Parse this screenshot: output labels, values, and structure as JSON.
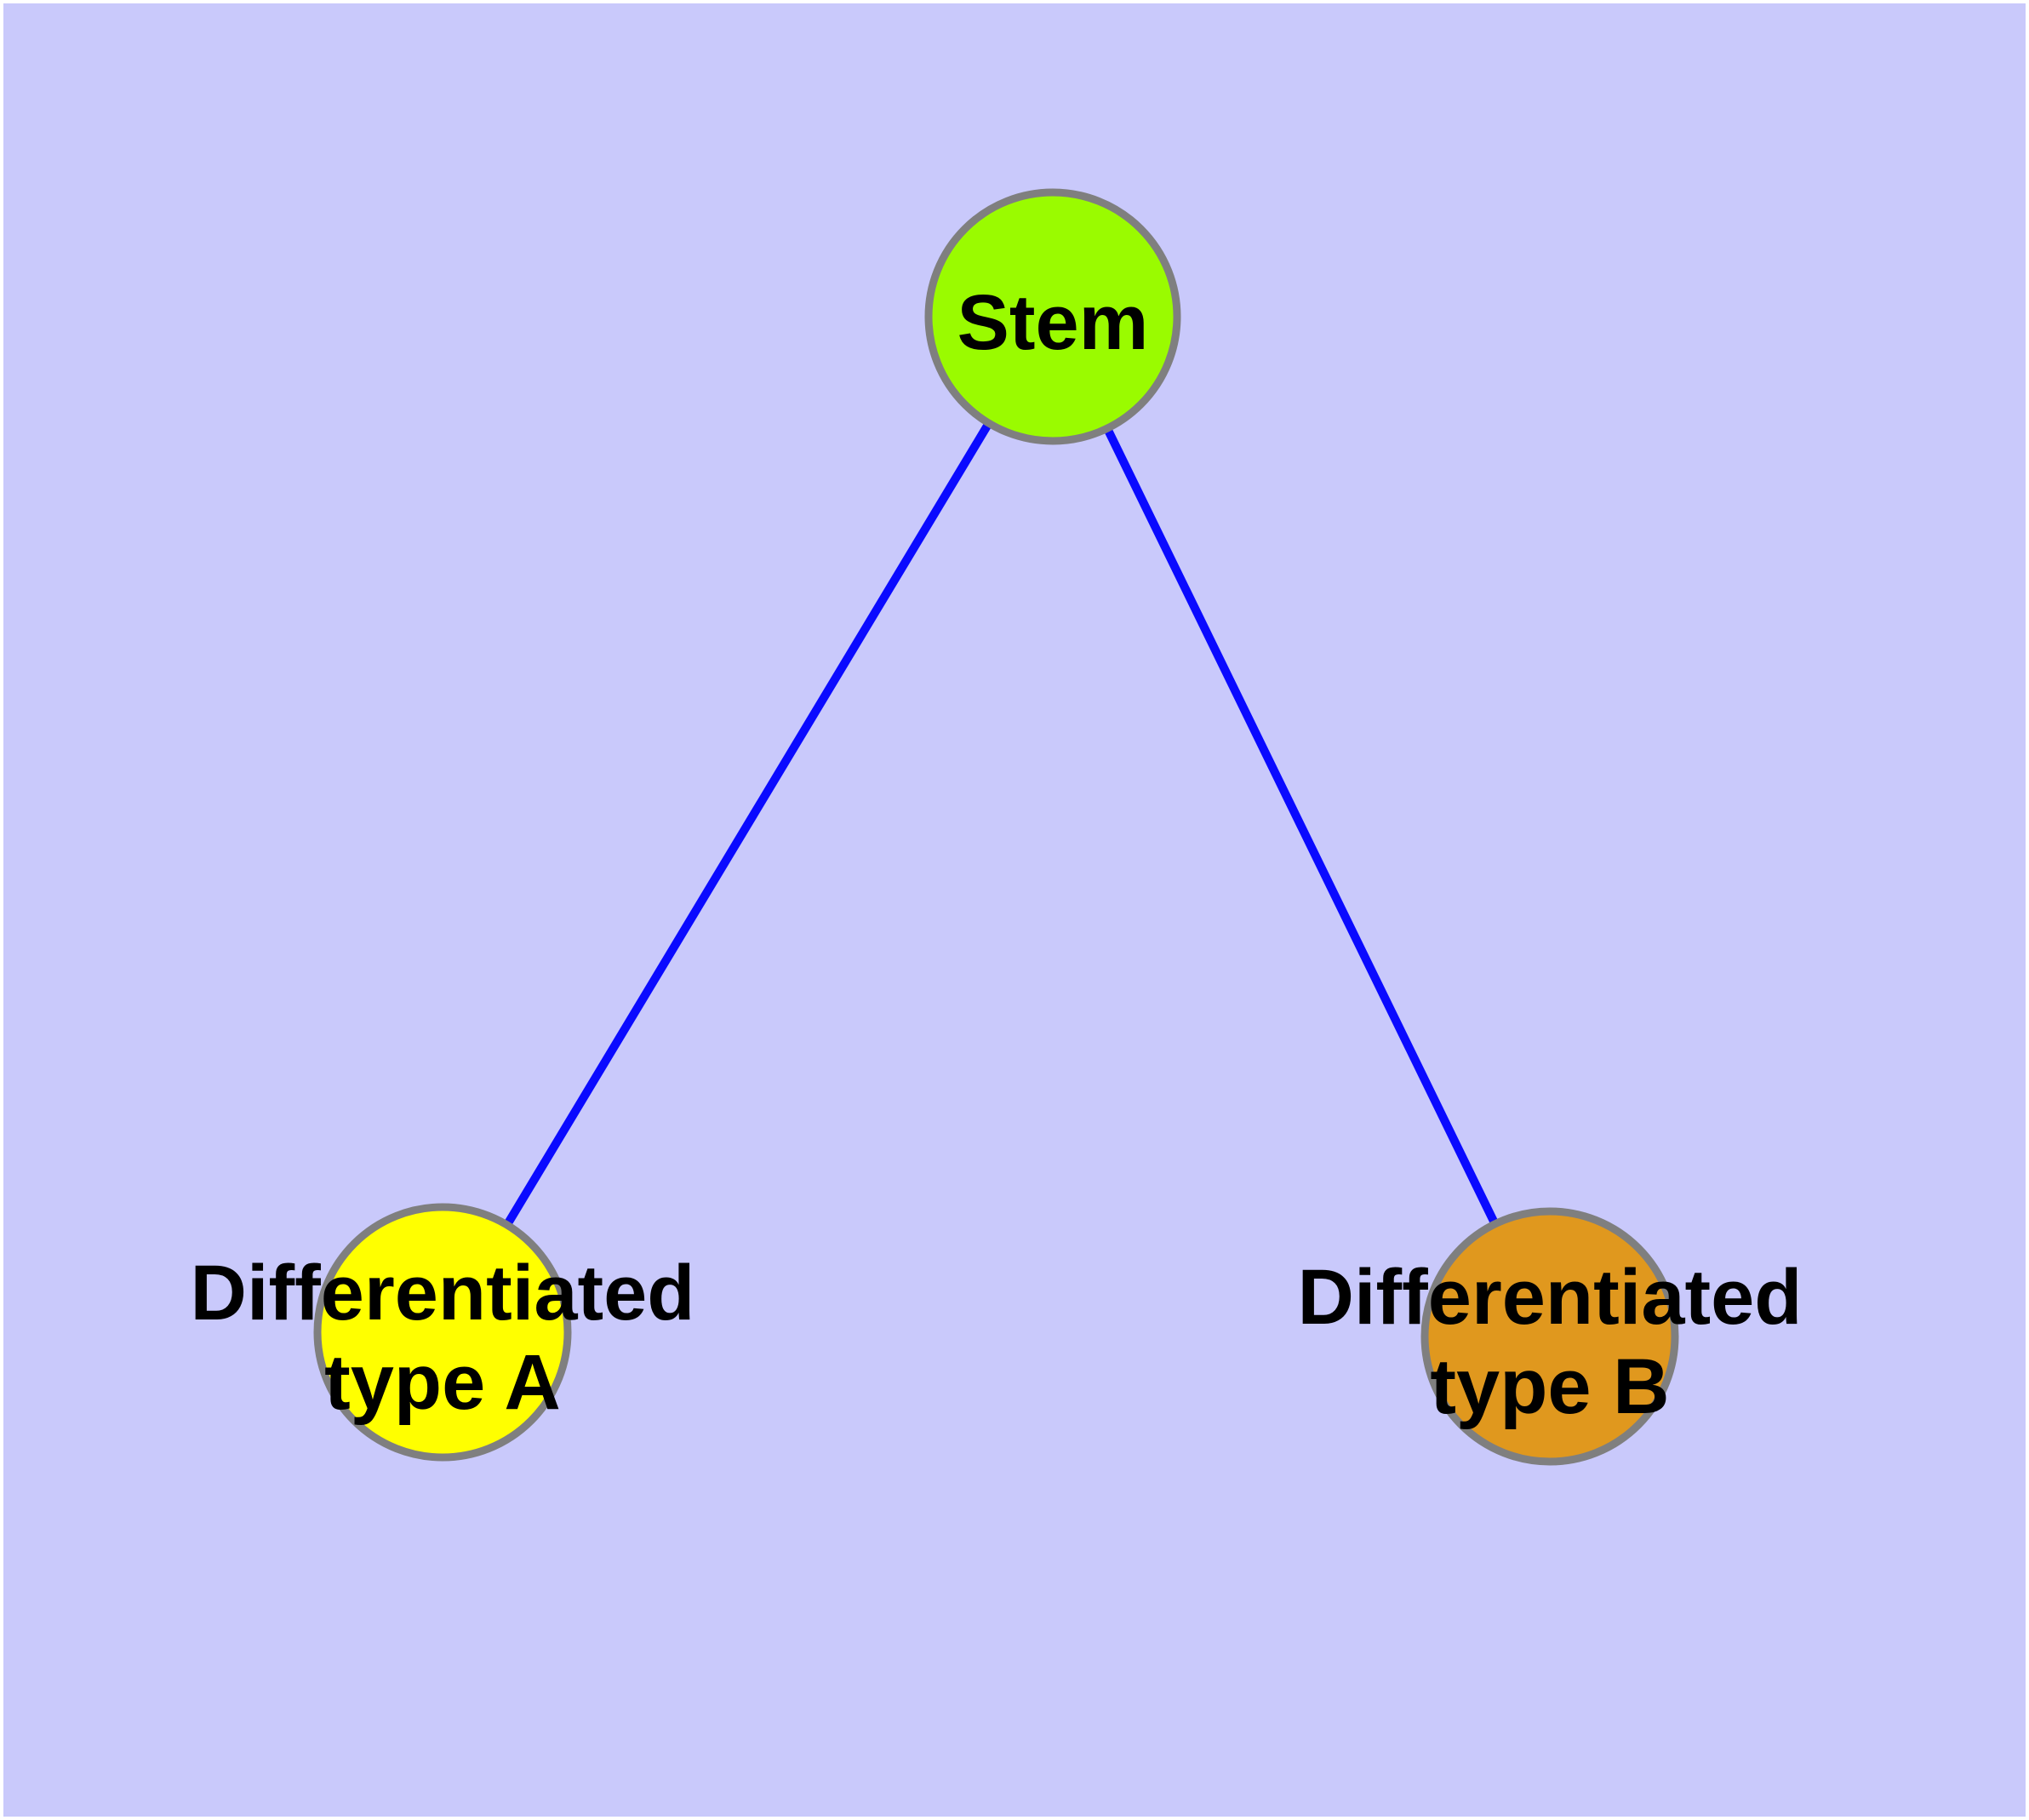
{
  "diagram": {
    "type": "node-link-graph",
    "colors": {
      "frame": "#ffffff",
      "background": "#c9c9fb",
      "edge": "#0a0aff",
      "node_border": "#7f7f7f",
      "label": "#000000"
    },
    "nodes": [
      {
        "id": "stem",
        "label": "Stem",
        "label_line1": "Stem",
        "label_line2": "",
        "fill": "#9afb00"
      },
      {
        "id": "type_a",
        "label": "Differentiated type A",
        "label_line1": "Differentiated",
        "label_line2": "type A",
        "fill": "#ffff00"
      },
      {
        "id": "type_b",
        "label": "Differentiated type B",
        "label_line1": "Differentiated",
        "label_line2": "type B",
        "fill": "#e0981e"
      }
    ],
    "edges": [
      {
        "from": "Stem",
        "to": "Differentiated type A"
      },
      {
        "from": "Stem",
        "to": "Differentiated type B"
      }
    ]
  }
}
